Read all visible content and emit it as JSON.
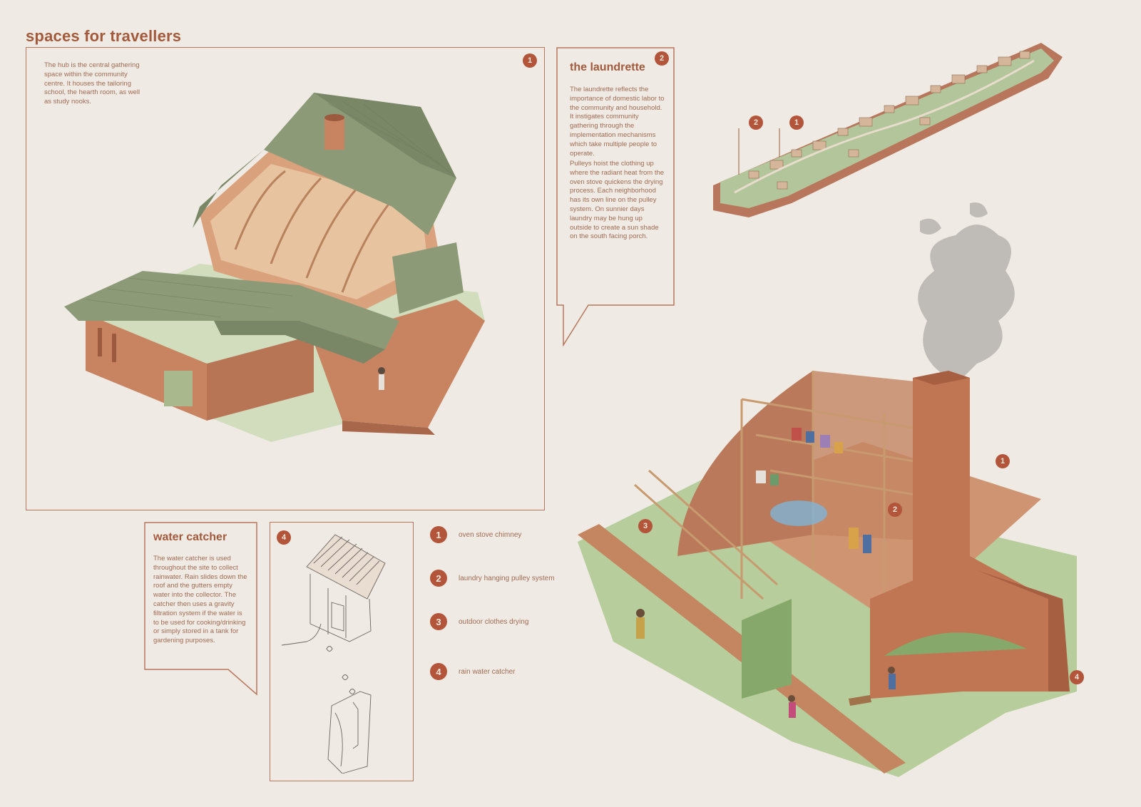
{
  "page": {
    "title": "spaces for travellers"
  },
  "hub": {
    "number": "1",
    "description": "The hub is the central gathering space within the community centre. It houses the tailoring school, the hearth room, as well as study nooks."
  },
  "laundrette": {
    "number": "2",
    "title": "the laundrette",
    "paragraph1": "The laundrette reflects the importance of domestic labor to the community and household. It instigates community gathering through the implementation mechanisms which take multiple people to operate.",
    "paragraph2": "Pulleys hoist the clothing up where the radiant heat from the oven stove quickens the drying process. Each neighborhood has its own line on the pulley system. On sunnier days laundry may be hung up outside to create a sun shade on the south facing porch."
  },
  "water_catcher": {
    "title": "water catcher",
    "description": "The water catcher is used throughout the site to collect rainwater. Rain slides down the roof and the gutters empty water into the collector. The catcher then uses a gravity filtration system if the water is to be used for cooking/drinking or simply stored in a tank for gardening purposes."
  },
  "detail": {
    "number": "4"
  },
  "legend": [
    {
      "number": "1",
      "label": "oven stove chimney"
    },
    {
      "number": "2",
      "label": "laundry hanging pulley system"
    },
    {
      "number": "3",
      "label": "outdoor clothes drying"
    },
    {
      "number": "4",
      "label": "rain water catcher"
    }
  ],
  "site_markers": [
    "2",
    "1"
  ],
  "laundrette_markers": [
    "1",
    "2",
    "3",
    "4"
  ],
  "colors": {
    "accent": "#b3553a",
    "text": "#a35a3c",
    "roof": "#8d9a78",
    "brick": "#c4825e",
    "grass": "#a9c690",
    "smoke": "#bfbcb8",
    "background": "#efebe4"
  }
}
